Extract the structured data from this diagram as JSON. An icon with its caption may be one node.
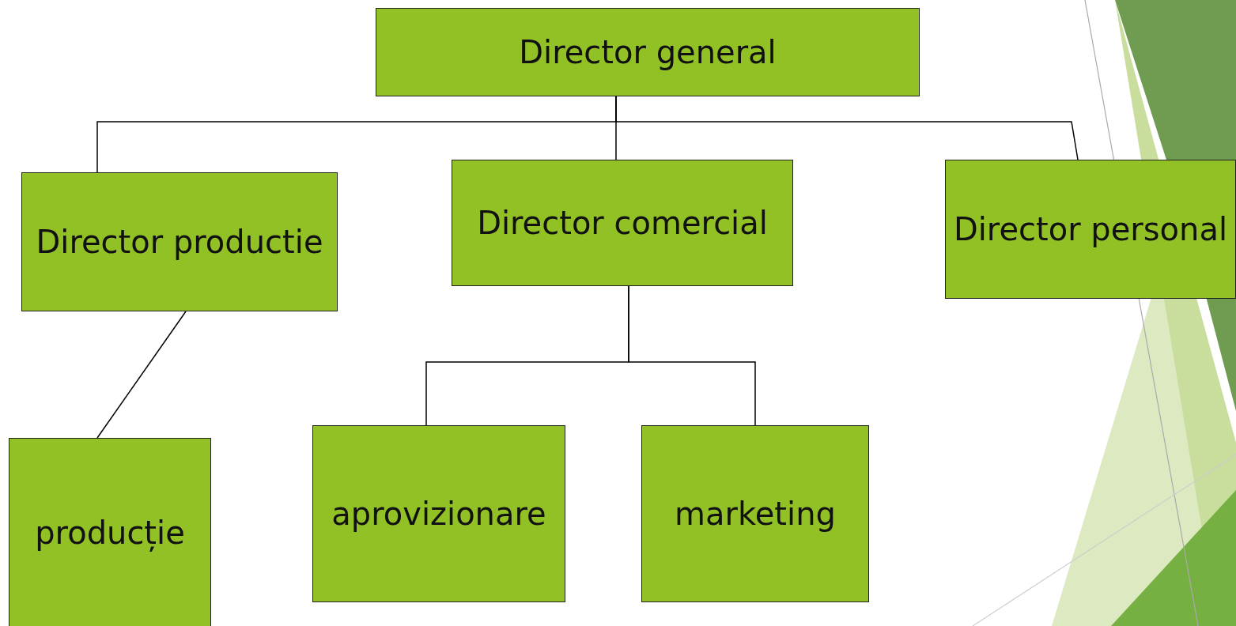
{
  "diagram": {
    "nodes": [
      {
        "text": [
          "Director general"
        ]
      },
      {
        "text": [
          "Director productie"
        ]
      },
      {
        "text": [
          "Director comercial"
        ]
      },
      {
        "text": [
          "Director personal"
        ]
      },
      {
        "text": [
          "producție"
        ]
      },
      {
        "text": [
          "aprovizionare"
        ]
      },
      {
        "text": [
          "marketing"
        ]
      }
    ],
    "edges": [
      {
        "from": 0,
        "to": 1,
        "arrow": "none"
      },
      {
        "from": 0,
        "to": 2,
        "arrow": "none"
      },
      {
        "from": 0,
        "to": 3,
        "arrow": "none"
      },
      {
        "from": 1,
        "to": 4,
        "arrow": "none"
      },
      {
        "from": 2,
        "to": 5,
        "arrow": "none"
      },
      {
        "from": 2,
        "to": 6,
        "arrow": "none"
      }
    ]
  }
}
